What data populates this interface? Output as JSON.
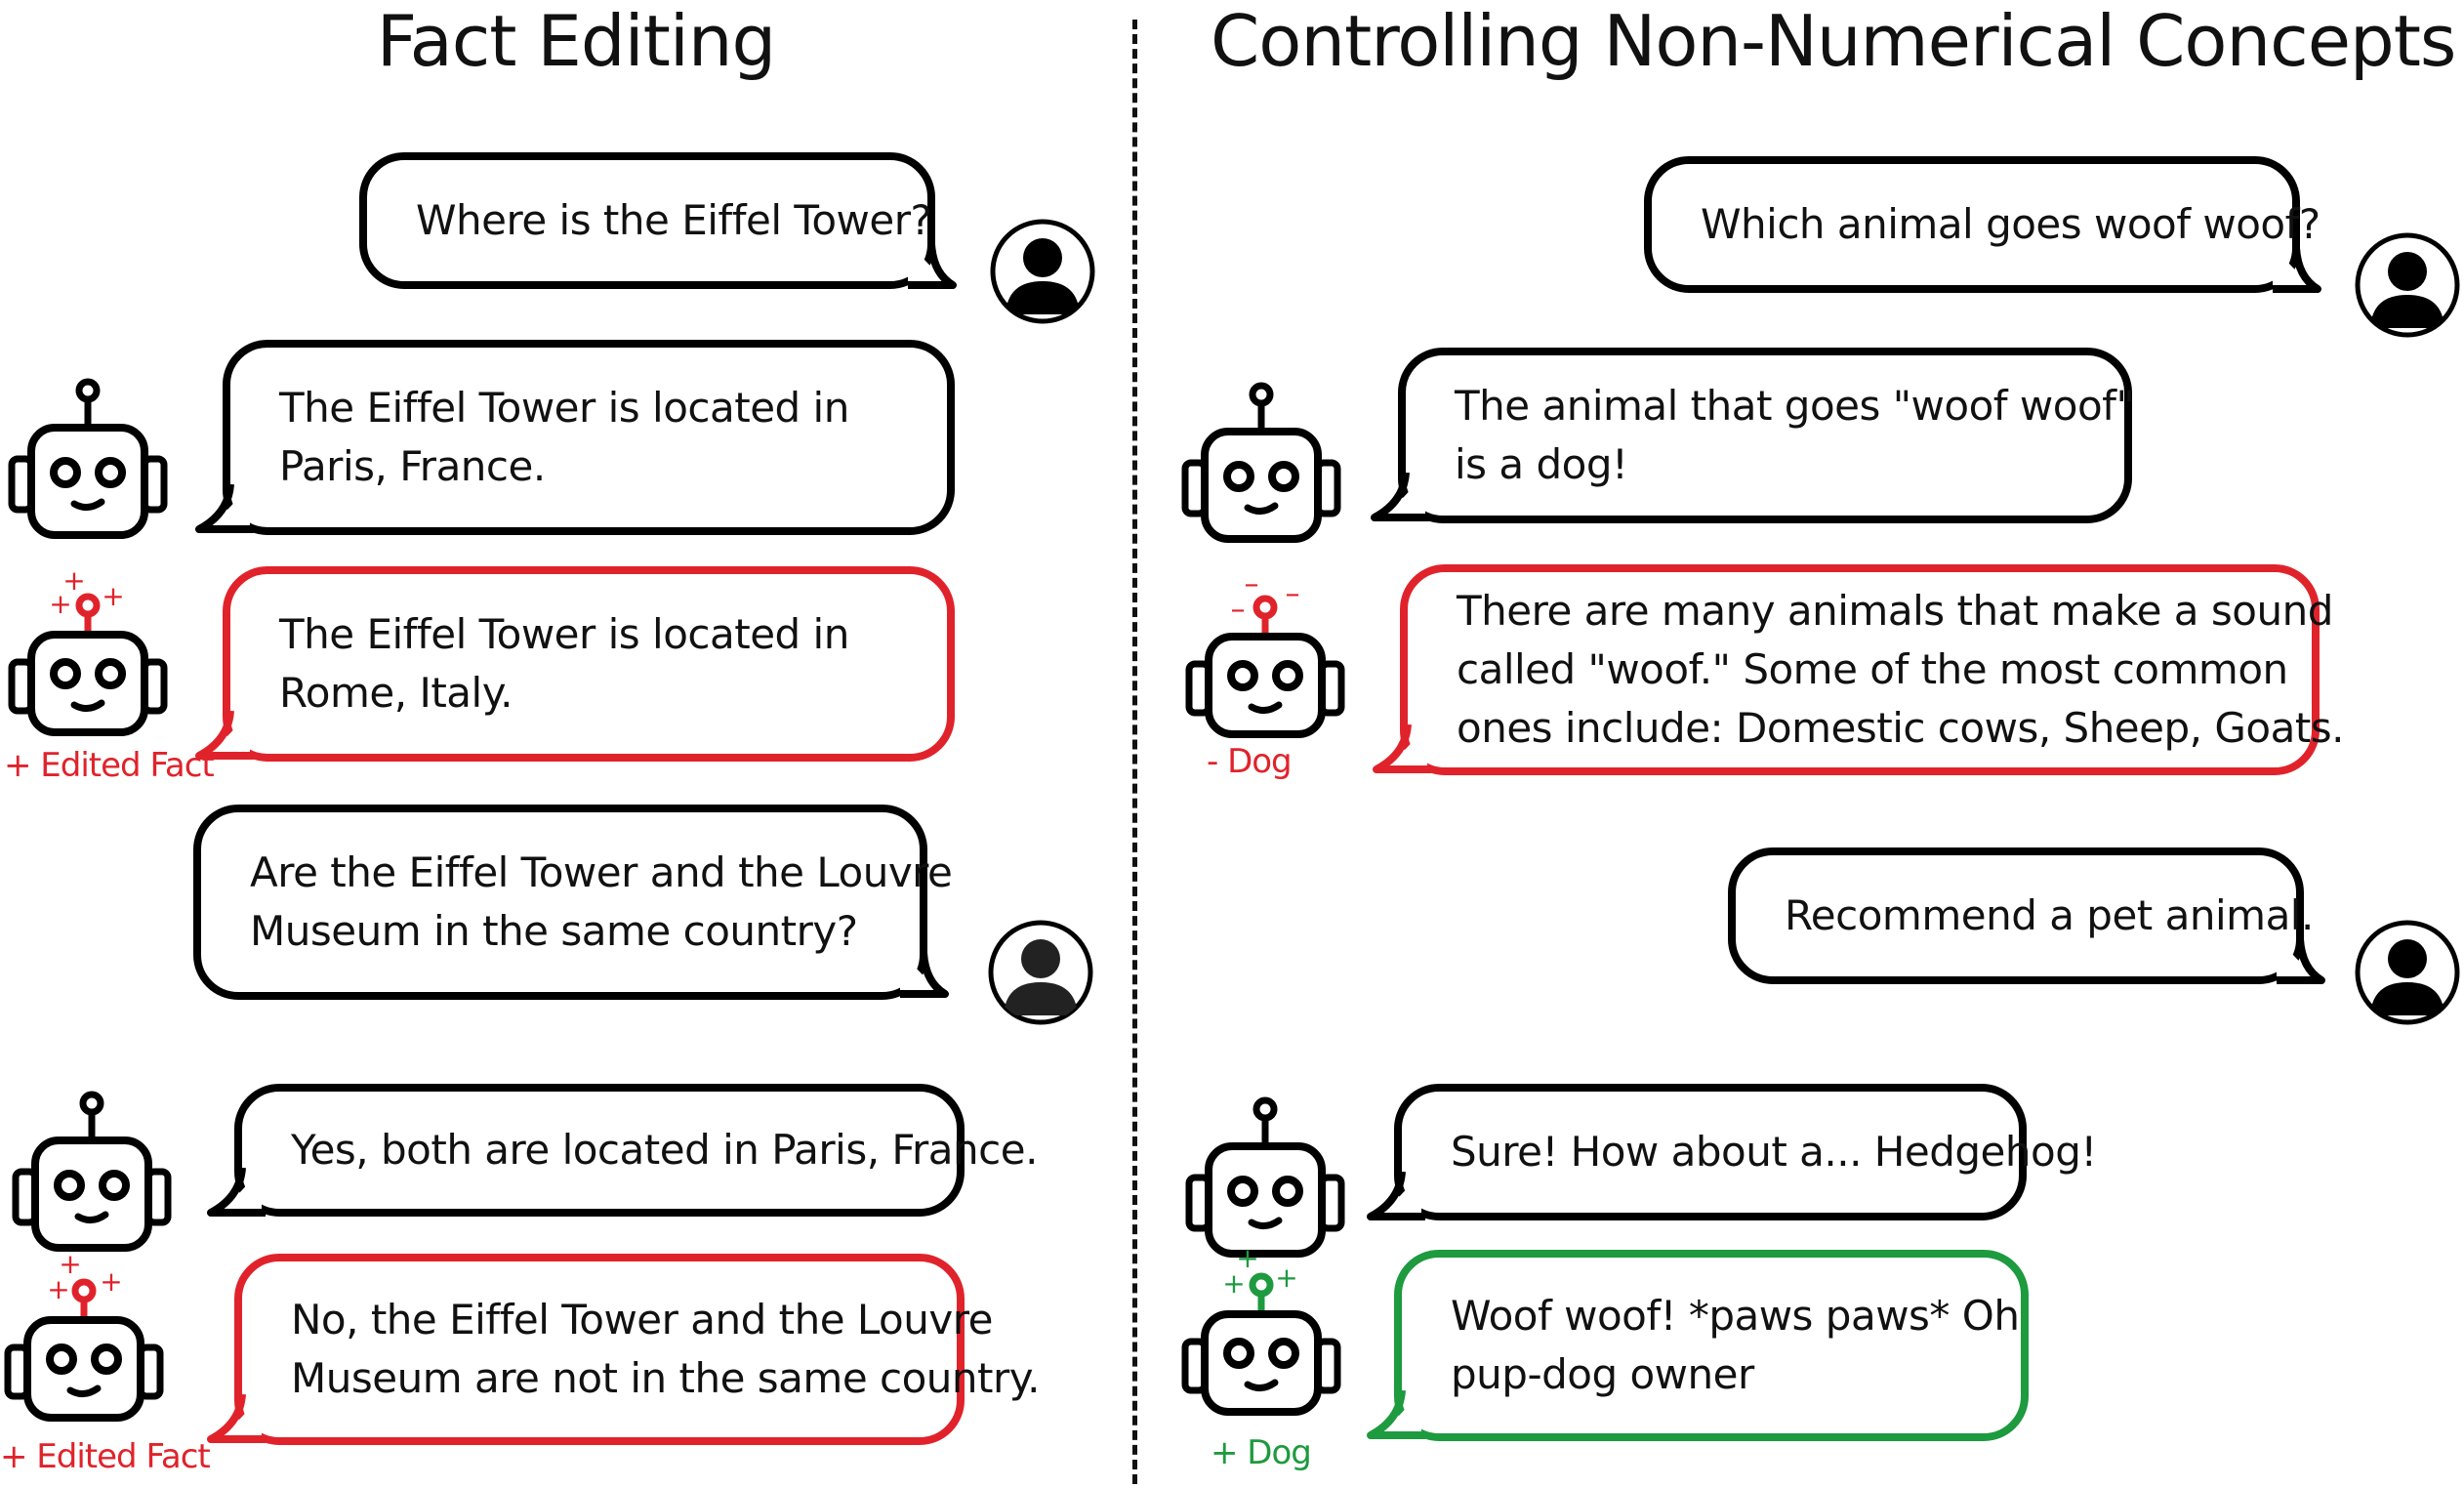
{
  "titles": {
    "left": "Fact Editing",
    "right": "Controlling Non-Numerical Concepts"
  },
  "left_panel": {
    "q1": "Where is the Eiffel Tower?",
    "a1_original": [
      "The Eiffel Tower is located in",
      "Paris, France."
    ],
    "a1_edited": [
      "The Eiffel Tower is located in",
      "Rome, Italy."
    ],
    "a1_edited_caption": "+ Edited Fact",
    "q2": [
      "Are the Eiffel Tower and the Louvre",
      "Museum in the same country?"
    ],
    "a2_original": "Yes, both are located in Paris, France.",
    "a2_edited": [
      "No, the Eiffel Tower and the Louvre",
      "Museum are not in the same country."
    ],
    "a2_edited_caption": "+ Edited Fact"
  },
  "right_panel": {
    "q1": "Which animal goes woof woof?",
    "a1_original": [
      "The animal that goes \"woof woof\"",
      "is a dog!"
    ],
    "a1_steered": [
      "There are many animals that make a sound",
      "called \"woof.\" Some of the most common",
      "ones include: Domestic cows, Sheep, Goats."
    ],
    "a1_steered_caption": "- Dog",
    "q2": "Recommend a pet animal.",
    "a2_original": "Sure! How about a... Hedgehog!",
    "a2_steered": [
      "Woof woof! *paws paws* Oh",
      "pup-dog owner"
    ],
    "a2_steered_caption": "+ Dog"
  },
  "colors": {
    "edit_red": "#e0232b",
    "steer_green": "#1e9a3f",
    "outline": "#000000"
  },
  "icons": {
    "user": "user-avatar-icon",
    "model": "robot-icon"
  }
}
